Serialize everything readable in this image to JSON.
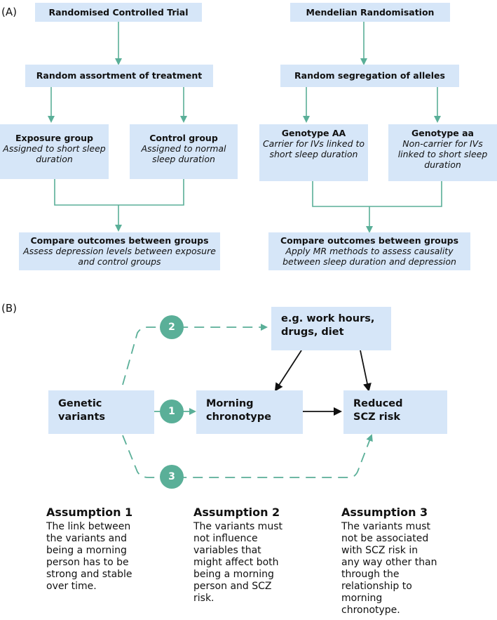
{
  "panel_a": {
    "label": "(A)",
    "rct": {
      "title": "Randomised Controlled Trial",
      "step": "Random assortment of treatment",
      "exposure": {
        "title": "Exposure group",
        "sub": "Assigned to short sleep duration"
      },
      "control": {
        "title": "Control group",
        "sub": "Assigned to normal sleep duration"
      },
      "compare": {
        "title": "Compare outcomes between groups",
        "sub": "Assess depression levels between exposure and control groups"
      }
    },
    "mr": {
      "title": "Mendelian Randomisation",
      "step": "Random segregation of alleles",
      "genotype_AA": {
        "title": "Genotype AA",
        "sub": "Carrier for IVs linked to short sleep duration"
      },
      "genotype_aa": {
        "title": "Genotype aa",
        "sub": "Non-carrier for IVs linked to short sleep duration"
      },
      "compare": {
        "title": "Compare outcomes between groups",
        "sub": "Apply MR methods to assess causality between sleep duration and depression"
      }
    }
  },
  "panel_b": {
    "label": "(B)",
    "confounders": "e.g. work hours, drugs, diet",
    "genetic_variants": "Genetic variants",
    "morning_chronotype": "Morning chronotype",
    "reduced_scz": "Reduced SCZ risk",
    "markers": [
      "1",
      "2",
      "3"
    ],
    "assumptions": [
      {
        "title": "Assumption 1",
        "text": "The link between\nthe variants and\nbeing a morning\nperson has to be\nstrong and stable\nover time."
      },
      {
        "title": "Assumption 2",
        "text": "The variants must\nnot influence\nvariables that\nmight affect both\nbeing a morning\nperson and SCZ\nrisk."
      },
      {
        "title": "Assumption 3",
        "text": "The variants must\nnot be associated\nwith SCZ risk in\nany way other than\nthrough the\nrelationship to\nmorning\nchronotype."
      }
    ]
  },
  "colors": {
    "box_fill": "#d6e6f8",
    "teal_line": "#5aaf98",
    "arrow_black": "#111111"
  }
}
